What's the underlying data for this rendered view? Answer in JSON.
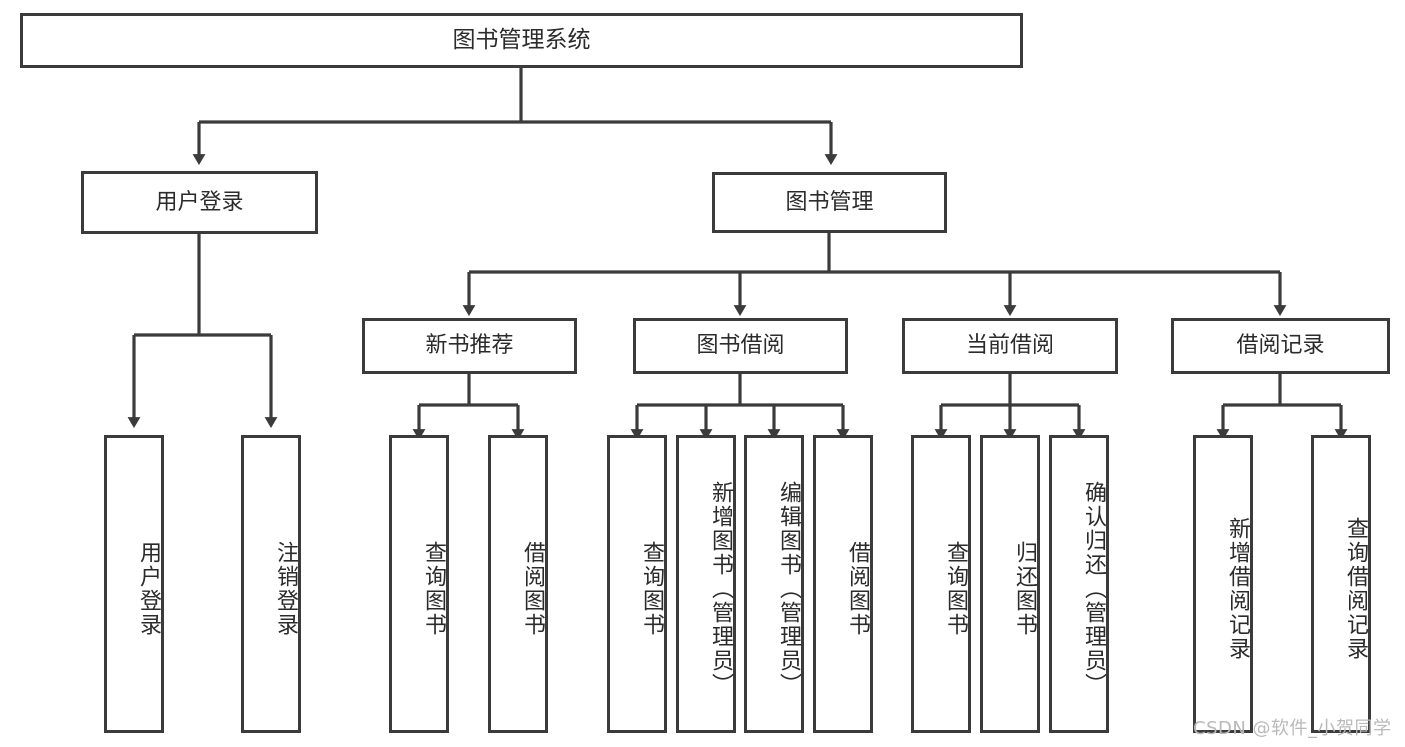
{
  "diagram": {
    "type": "tree",
    "title": "图书管理系统",
    "orientation": "top-down",
    "colors": {
      "node_border": "#3b3b3b",
      "node_fill": "#ffffff",
      "edge": "#3b3b3b",
      "text": "#2b2b2b",
      "watermark": "#b9b9b9",
      "background": "#ffffff"
    },
    "root": {
      "label": "图书管理系统",
      "shape": "rectangle"
    },
    "level2": [
      {
        "label": "用户登录"
      },
      {
        "label": "图书管理"
      }
    ],
    "level3": [
      {
        "label": "新书推荐"
      },
      {
        "label": "图书借阅"
      },
      {
        "label": "当前借阅"
      },
      {
        "label": "借阅记录"
      }
    ],
    "leaves": {
      "user_login": [
        {
          "label": "用户登录"
        },
        {
          "label": "注销登录"
        }
      ],
      "new_book_recommend": [
        {
          "label": "查询图书"
        },
        {
          "label": "借阅图书"
        }
      ],
      "book_borrow": [
        {
          "label": "查询图书"
        },
        {
          "label": "新增图书（管理员）"
        },
        {
          "label": "编辑图书（管理员）"
        },
        {
          "label": "借阅图书"
        }
      ],
      "current_borrow": [
        {
          "label": "查询图书"
        },
        {
          "label": "归还图书"
        },
        {
          "label": "确认归还（管理员）"
        }
      ],
      "borrow_record": [
        {
          "label": "新增借阅记录"
        },
        {
          "label": "查询借阅记录"
        }
      ]
    }
  },
  "watermark": {
    "text": "CSDN @软件_小贺同学"
  }
}
